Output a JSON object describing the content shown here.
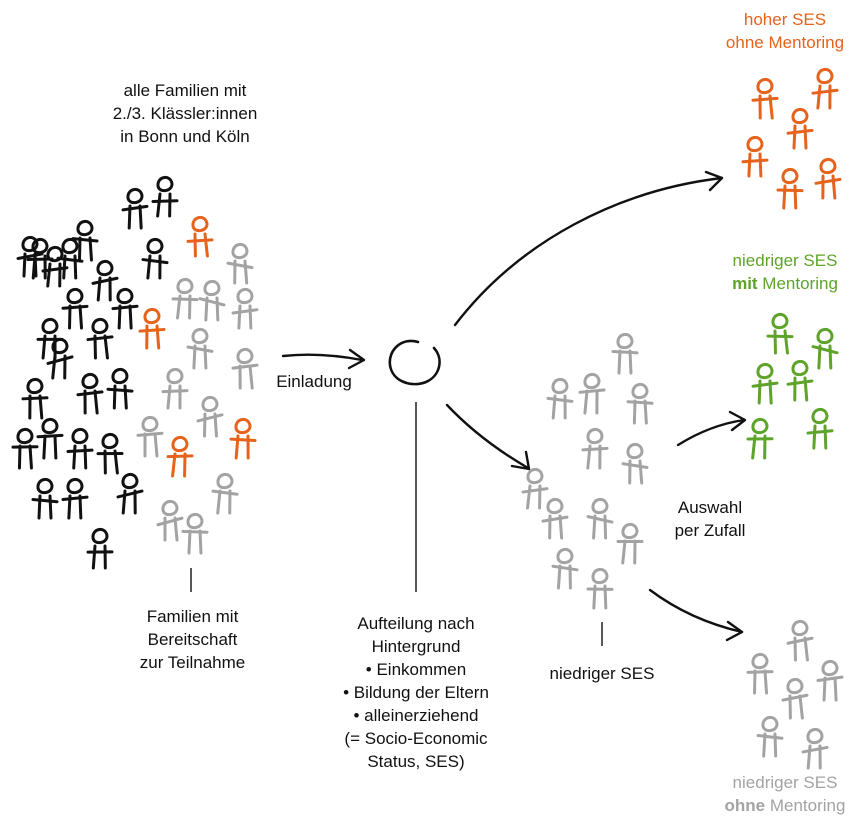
{
  "colors": {
    "black": "#111111",
    "orange": "#e5631c",
    "green": "#5ea32a",
    "gray": "#a3a3a3"
  },
  "labels": {
    "population": [
      "alle Familien mit",
      "2./3. Klässler:innen",
      "in Bonn und Köln"
    ],
    "willing": [
      "Familien mit",
      "Bereitschaft",
      "zur Teilnahme"
    ],
    "invitation": "Einladung",
    "split": [
      "Aufteilung nach",
      "Hintergrund",
      "• Einkommen",
      "• Bildung der Eltern",
      "• alleinerziehend",
      "(= Socio-Economic",
      "Status, SES)"
    ],
    "low_ses": "niedriger SES",
    "random": [
      "Auswahl",
      "per Zufall"
    ],
    "high_no_mentoring": [
      "hoher SES",
      "ohne Mentoring"
    ],
    "low_with_mentoring": {
      "line1": "niedriger SES",
      "bold": "mit",
      "rest": " Mentoring"
    },
    "low_no_mentoring": {
      "line1": "niedriger SES",
      "bold": "ohne",
      "rest": " Mentoring"
    }
  },
  "icons": {
    "people": "stick-figure-icon",
    "selector": "circle-icon",
    "arrows": "arrow-icon"
  }
}
